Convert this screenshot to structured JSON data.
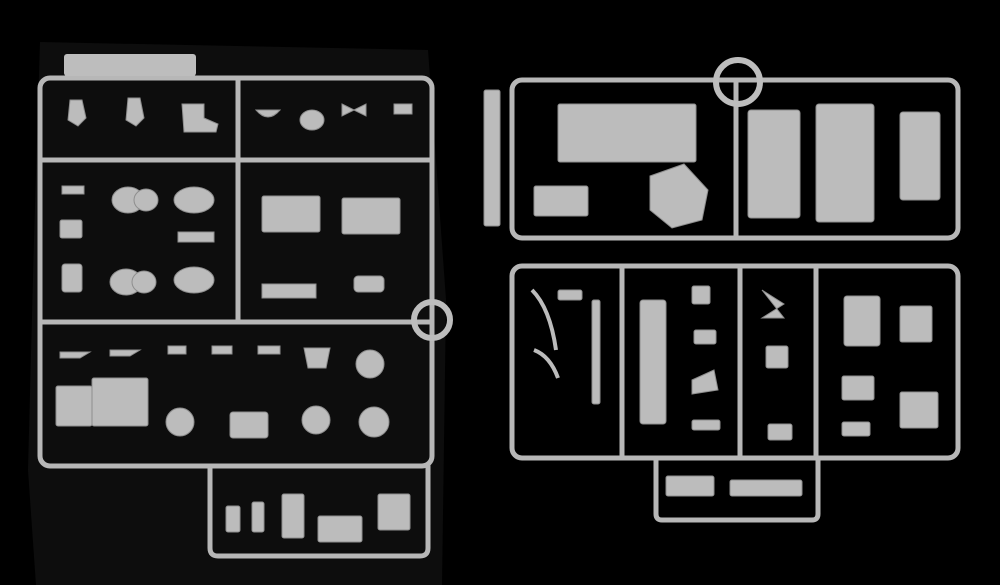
{
  "photo": {
    "caption": "",
    "background_color": "#000000",
    "mat_color": "#0c0c0c",
    "plastic_color": "#b9b9b9",
    "plastic_shade": "#8e8e8e",
    "plastic_light": "#d6d6d6"
  },
  "sprues": [
    {
      "id": "left-sprue",
      "mat": "dark-fabric",
      "frame": "runner-grid",
      "part_groups": 6
    },
    {
      "id": "right-sprue",
      "mat": "black",
      "frame": "runner-grid",
      "part_groups": 6
    }
  ]
}
